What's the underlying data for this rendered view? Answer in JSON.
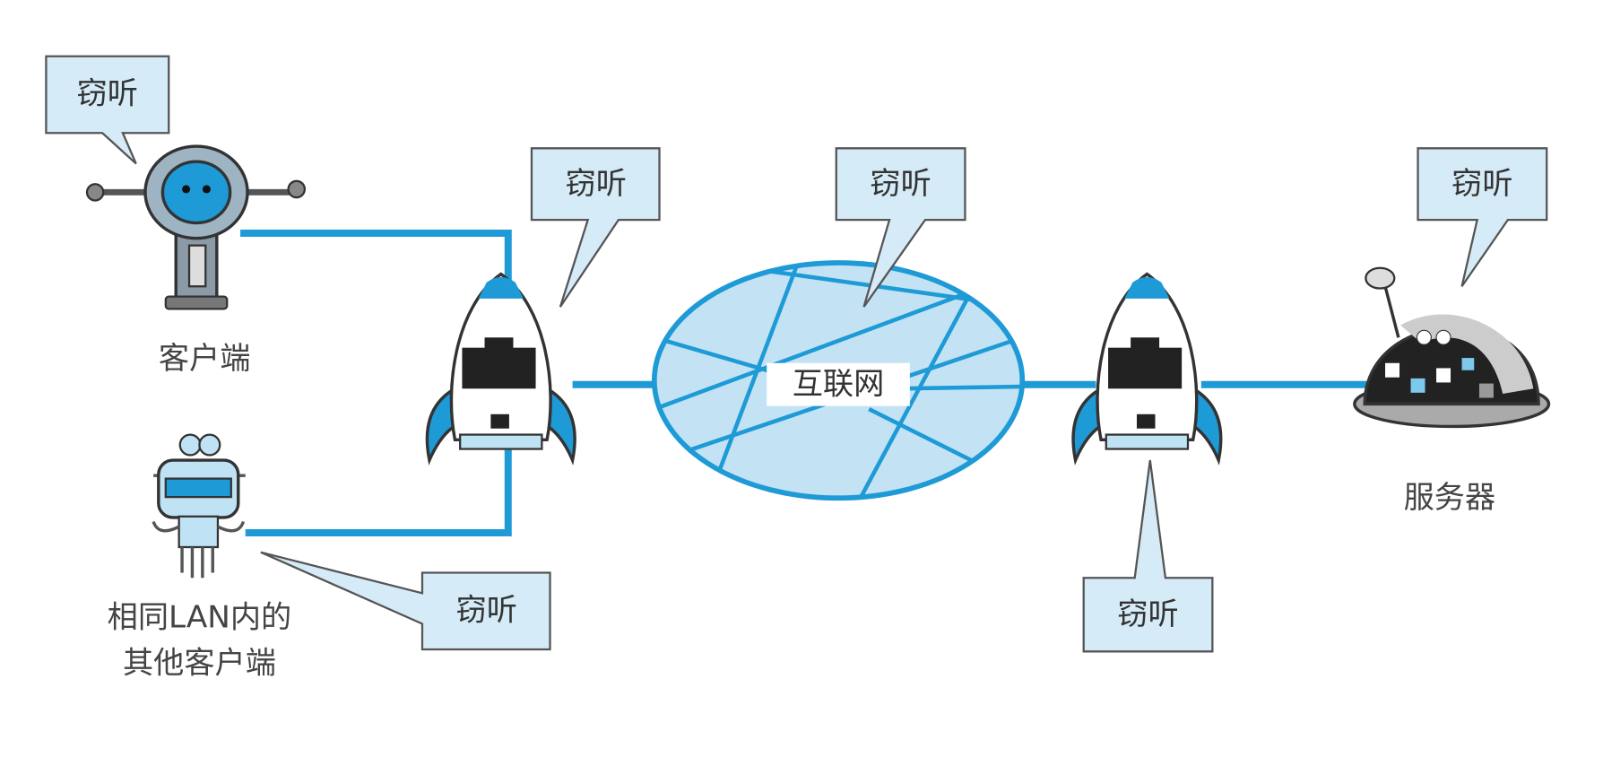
{
  "title": "窃听 (eavesdropping) points in network communication",
  "nodes": {
    "client": "客户端",
    "lan_client_line1": "相同LAN内的",
    "lan_client_line2": "其他客户端",
    "internet": "互联网",
    "server": "服务器"
  },
  "bubbles": {
    "client": "窃听",
    "router_left": "窃听",
    "internet": "窃听",
    "server": "窃听",
    "lan_client": "窃听",
    "router_right": "窃听"
  },
  "colors": {
    "link": "#1e9ad6",
    "bubble_fill": "#d5ebf7",
    "internet_fill": "#c3e3f4"
  }
}
